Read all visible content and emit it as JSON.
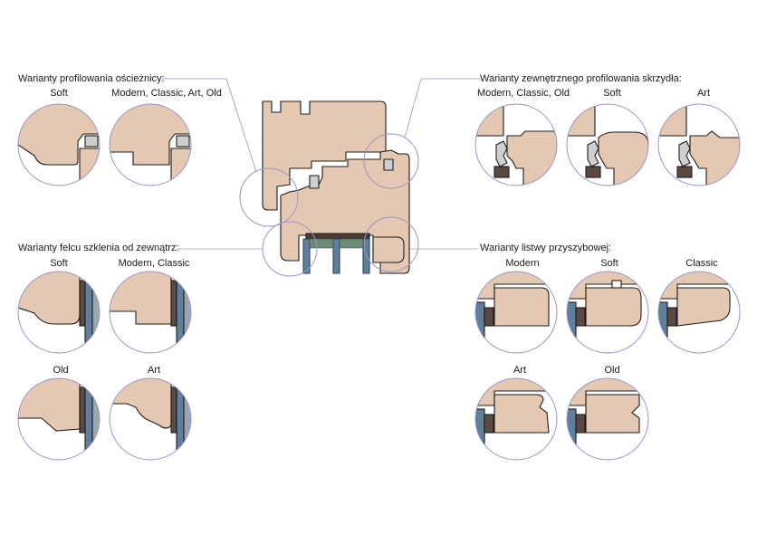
{
  "sections": {
    "frame": {
      "title": "Warianty profilowania ościeżnicy:",
      "variants": [
        "Soft",
        "Modern, Classic, Art, Old"
      ]
    },
    "sash": {
      "title": "Warianty zewnętrznego profilowania skrzydła:",
      "variants": [
        "Modern, Classic, Old",
        "Soft",
        "Art"
      ]
    },
    "glazing": {
      "title": "Warianty felcu szklenia od zewnątrz:",
      "variants": [
        "Soft",
        "Modern, Classic",
        "Old",
        "Art"
      ]
    },
    "bead": {
      "title": "Warianty listwy przyszybowej:",
      "variants": [
        "Modern",
        "Soft",
        "Classic",
        "Art",
        "Old"
      ]
    }
  },
  "colors": {
    "wood": "#e4c8b2",
    "outline": "#1c1c1c",
    "circle": "#9a94c8",
    "leader": "#9a94c8",
    "glass": "#5f7f9c",
    "glass_edge": "#2e4356",
    "seal": "#5a4a42",
    "gasket": "#c8c8c8"
  }
}
